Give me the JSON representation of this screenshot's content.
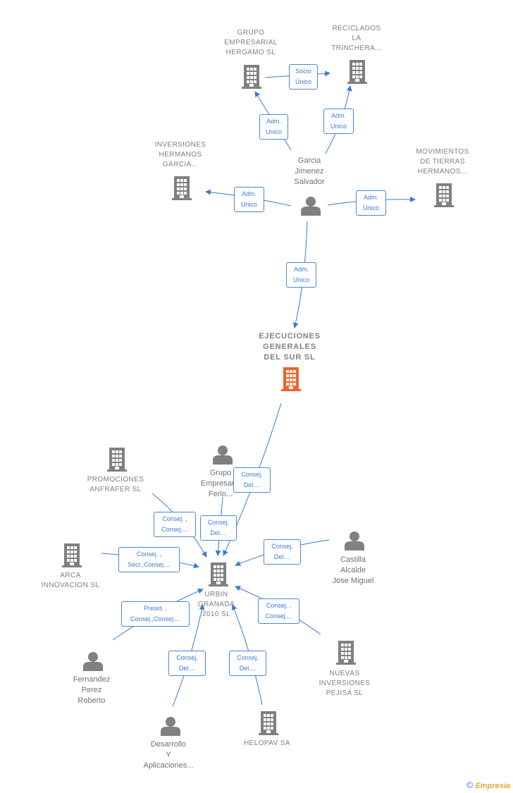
{
  "colors": {
    "company": "#808080",
    "main_company": "#f4602c",
    "person": "#808080",
    "edge": "#3a7bd5"
  },
  "companies": {
    "hergamo": "GRUPO\nEMPRESARIAL\nHERGAMO SL",
    "reciclados": "RECICLADOS\nLA\nTRINCHERA...",
    "inversiones": "INVERSIONES\nHERMANOS\nGARCIA...",
    "movimientos": "MOVIMIENTOS\nDE TIERRAS\nHERMANOS...",
    "ejecuciones": "EJECUCIONES\nGENERALES\nDEL SUR  SL",
    "promociones": "PROMOCIONES\nANFRAFER  SL",
    "arca": "ARCA\nINNOVACION SL",
    "urbin": "URBIN\nGRANADA\n2010 SL",
    "nuevas": "NUEVAS\nINVERSIONES\nPEJISA SL",
    "helopav": "HELOPAV SA"
  },
  "people": {
    "garcia": "Garcia\nJimenez\nSalvador",
    "grupo_ferlo": "Grupo\nEmpresar...\nFerlo...",
    "castilla": "Castilla\nAlcalde\nJose Miguel",
    "fernandez": "Fernandez\nPerez\nRoberto",
    "desarrollo": "Desarrollo\nY\nAplicaciones..."
  },
  "edges": {
    "socio_unico": "Socio\nÚnico",
    "adm_hergamo": "Adm.\nUnico",
    "adm_reciclados": "Adm.\nUnico",
    "adm_inversiones": "Adm.\nUnico",
    "adm_movimientos": "Adm.\nUnico",
    "adm_ejecuciones": "Adm.\nUnico",
    "ejec_urbin": "Consej.\nDel....",
    "ferlo_urbin": "Consej.\nDel....",
    "promo_urbin": "Consej. ,\nConsej....",
    "arca_urbin": "Consej. ,\nSecr.,Consej....",
    "castilla_urbin": "Consej.\nDel....",
    "fernandez_urbin": "Presid. ,\nConsej.,Consej....",
    "desarrollo_urbin": "Consej.\nDel....",
    "helopav_urbin": "Consej.\nDel....",
    "nuevas_urbin": "Consej. ,\nConsej...."
  },
  "brand": {
    "copyright": "©",
    "name": "Empresia"
  }
}
